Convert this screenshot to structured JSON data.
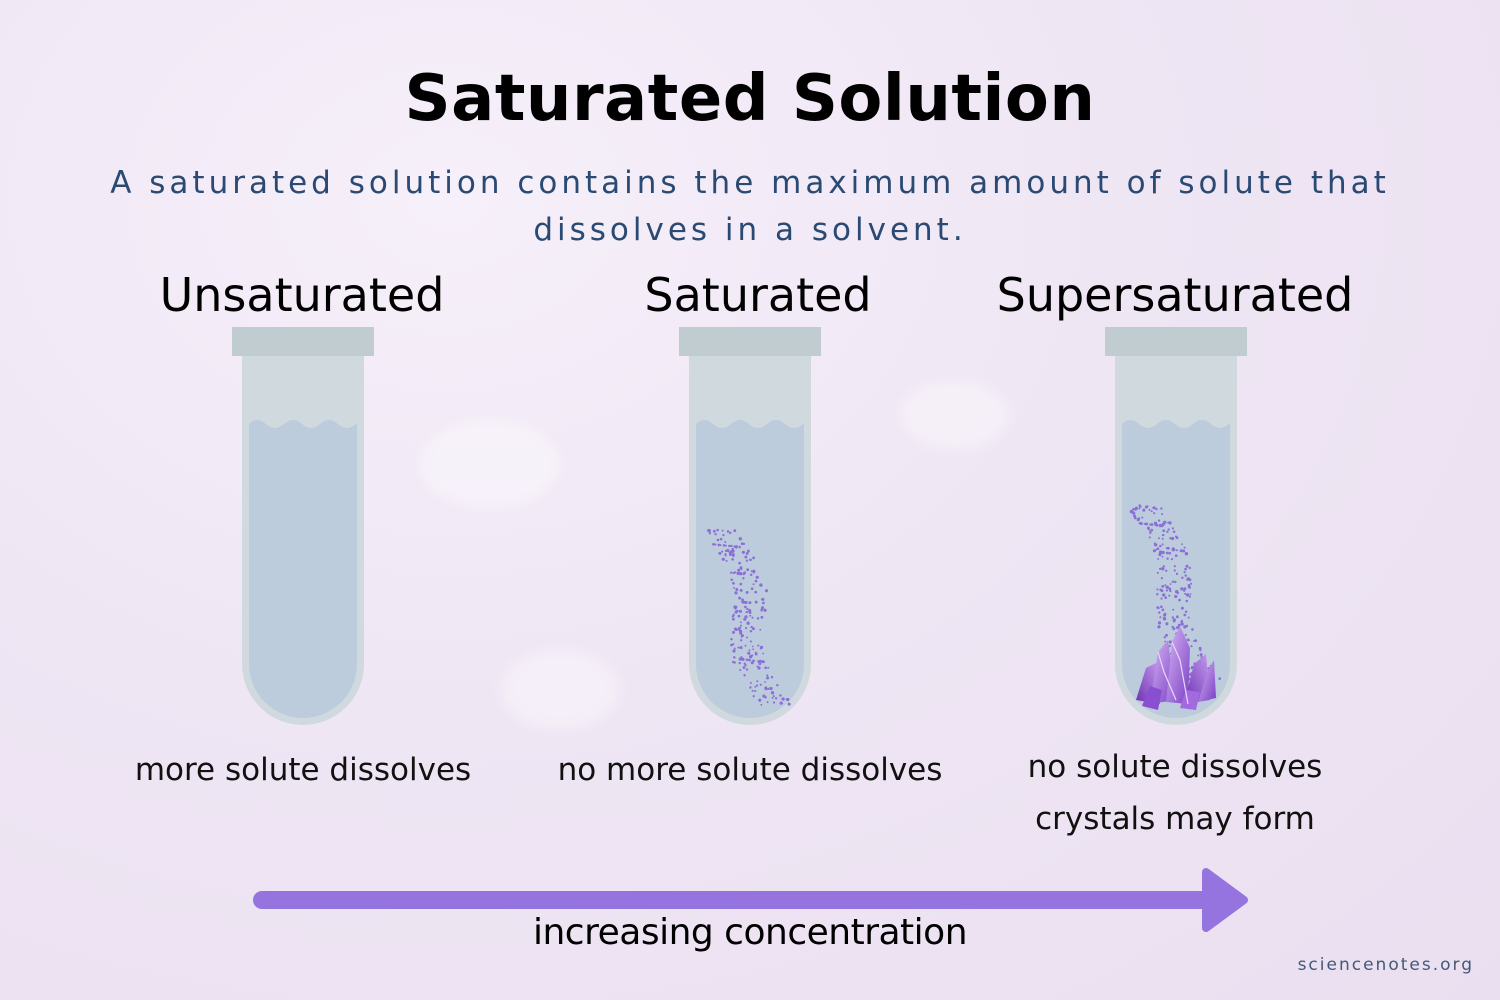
{
  "title": "Saturated Solution",
  "subtitle": "A saturated solution contains the maximum amount of solute that dissolves in a solvent.",
  "columns": [
    {
      "heading": "Unsaturated",
      "caption": [
        "more solute dissolves"
      ]
    },
    {
      "heading": "Saturated",
      "caption": [
        "no more solute dissolves"
      ]
    },
    {
      "heading": "Supersaturated",
      "caption": [
        "no solute dissolves",
        "crystals may form"
      ]
    }
  ],
  "arrow_label": "increasing concentration",
  "credit": "sciencenotes.org",
  "colors": {
    "tube_glass": "#d0d9de",
    "tube_cap": "#c1ccd1",
    "liquid": "#bcccdd",
    "solute_dots": "#8b6fd6",
    "crystals": "#9b59d6",
    "arrow": "#9574e0",
    "subtitle_text": "#2b4a73"
  }
}
